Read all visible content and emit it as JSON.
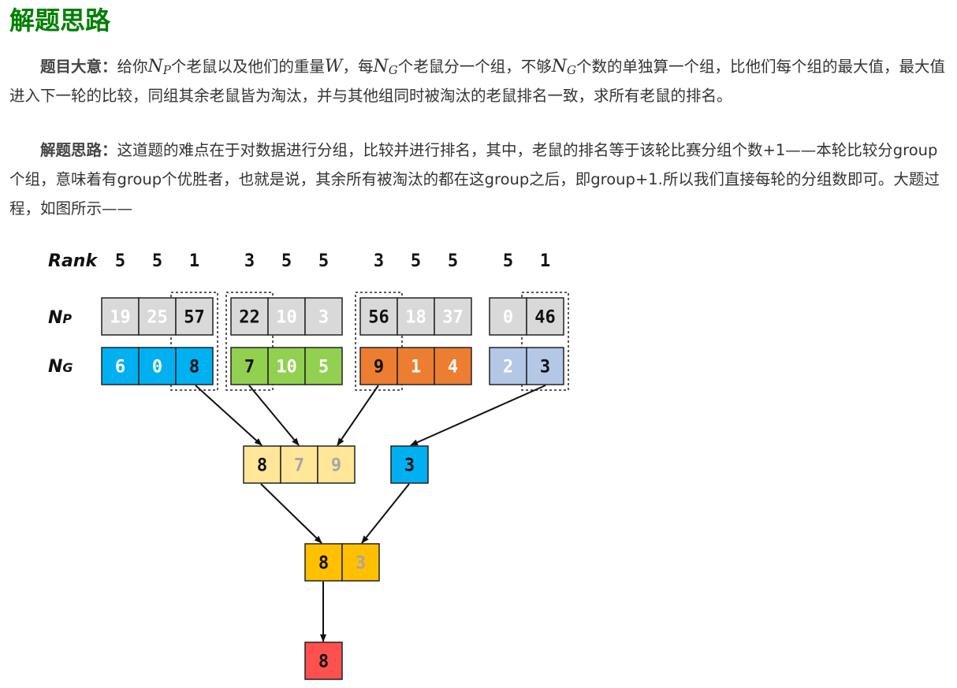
{
  "page": {
    "title": "解题思路",
    "p1": {
      "label": "题目大意：",
      "t1": "给你",
      "NP": "N",
      "NP_sub": "P",
      "t2": "个老鼠以及他们的重量",
      "W": "W",
      "t3": "，每",
      "NG": "N",
      "NG_sub": "G",
      "t4": "个老鼠分一个组，不够",
      "NG2": "N",
      "NG2_sub": "G",
      "t5": "个数的单独算一个组，比他们每个组的最大值，最大值进入下一轮的比较，同组其余老鼠皆为淘汰，并与其他组同时被淘汰的老鼠排名一致，求所有老鼠的排名。"
    },
    "p2": {
      "label": "解题思路：",
      "text": "这道题的难点在于对数据进行分组，比较并进行排名，其中，老鼠的排名等于该轮比赛分组个数+1——本轮比较分group个组，意味着有group个优胜者，也就是说，其余所有被淘汰的都在这group之后，即group+1.所以我们直接每轮的分组数即可。大题过程，如图所示——"
    }
  },
  "diagram": {
    "rank_label": "Rank",
    "np_label": "N",
    "np_sub": "P",
    "ng_label": "N",
    "ng_sub": "G",
    "ranks": [
      "5",
      "5",
      "1",
      "3",
      "5",
      "5",
      "3",
      "5",
      "5",
      "5",
      "1"
    ],
    "np": [
      "19",
      "25",
      "57",
      "22",
      "10",
      "3",
      "56",
      "18",
      "37",
      "0",
      "46"
    ],
    "np_highlight": [
      false,
      false,
      true,
      true,
      false,
      false,
      true,
      false,
      false,
      false,
      true
    ],
    "ng": [
      "6",
      "0",
      "8",
      "7",
      "10",
      "5",
      "9",
      "1",
      "4",
      "2",
      "3"
    ],
    "round2": [
      "8",
      "7",
      "9",
      "3"
    ],
    "round2_winner": [
      true,
      false,
      false,
      true
    ],
    "round3": [
      "8",
      "3"
    ],
    "round3_winner": [
      true,
      false
    ],
    "final": [
      "8"
    ],
    "colors": {
      "np_fill": "#d9d9d9",
      "group1": "#00b0f0",
      "group2": "#92d050",
      "group3": "#ed7d31",
      "group4": "#b4c7e7",
      "round2_a": "#ffe699",
      "round2_b": "#00b0f0",
      "round3": "#ffc000",
      "final": "#ff5050",
      "dim_text": "#a6a6a6",
      "white_text": "#ffffff"
    }
  }
}
